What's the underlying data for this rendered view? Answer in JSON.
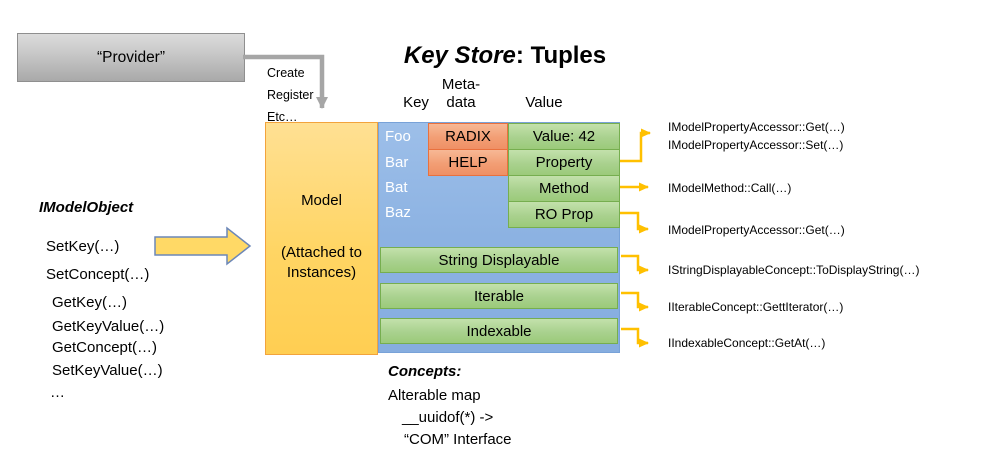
{
  "provider": {
    "label": "“Provider”"
  },
  "provider_arrow": {
    "line1": "Create",
    "line2": "Register",
    "line3": "Etc…"
  },
  "title": {
    "italic": "Key Store",
    "rest": ": Tuples"
  },
  "columns": {
    "key": "Key",
    "meta_line1": "Meta-",
    "meta_line2": "data",
    "value": "Value"
  },
  "model": {
    "label": "Model",
    "sublabel": "(Attached to Instances)"
  },
  "keys": [
    "Foo",
    "Bar",
    "Bat",
    "Baz"
  ],
  "metadata_cells": [
    "RADIX",
    "HELP"
  ],
  "value_cells": [
    "Value: 42",
    "Property",
    "Method",
    "RO Prop"
  ],
  "concept_bars": [
    "String Displayable",
    "Iterable",
    "Indexable"
  ],
  "api_labels": [
    {
      "lines": [
        "IModelPropertyAccessor::Get(…)",
        "IModelPropertyAccessor::Set(…)"
      ]
    },
    {
      "lines": [
        "IModelMethod::Call(…)"
      ]
    },
    {
      "lines": [
        "IModelPropertyAccessor::Get(…)"
      ]
    },
    {
      "lines": [
        "IStringDisplayableConcept::ToDisplayString(…)"
      ]
    },
    {
      "lines": [
        "IIterableConcept::GettIterator(…)"
      ]
    },
    {
      "lines": [
        "IIndexableConcept::GetAt(…)"
      ]
    }
  ],
  "imodelobject": {
    "heading": "IModelObject",
    "methods": [
      "SetKey(…)",
      "SetConcept(…)",
      "GetKey(…)",
      "GetKeyValue(…)",
      "GetConcept(…)",
      "SetKeyValue(…)",
      "…"
    ]
  },
  "concepts": {
    "heading": "Concepts:",
    "lines": [
      "Alterable map",
      "__uuidof(*) ->",
      "“COM” Interface"
    ]
  },
  "colors": {
    "gold_fill": "#FFD966",
    "gold_border": "#F2A33C",
    "blue_fill": "#8FB5E4",
    "blue_border": "#78A2D8",
    "green_fill": "#A9D18E",
    "green_border": "#76AE4F",
    "salmon_fill": "#F29E74",
    "salmon_border": "#E9713E",
    "connector_yellow": "#FFC000",
    "connector_gray": "#A6A6A6",
    "provider_gray": "#C6C6C6"
  }
}
